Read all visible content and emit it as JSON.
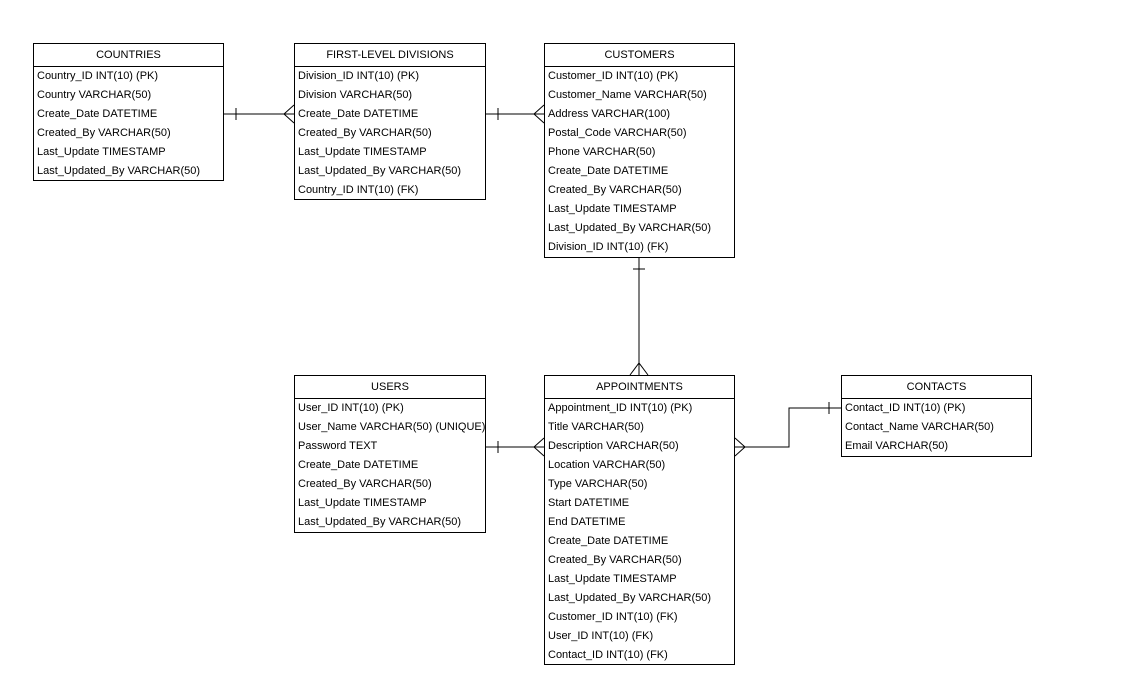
{
  "entities": {
    "countries": {
      "title": "COUNTRIES",
      "fields": [
        "Country_ID INT(10) (PK)",
        "Country VARCHAR(50)",
        "Create_Date DATETIME",
        "Created_By VARCHAR(50)",
        "Last_Update TIMESTAMP",
        "Last_Updated_By VARCHAR(50)"
      ]
    },
    "divisions": {
      "title": "FIRST-LEVEL DIVISIONS",
      "fields": [
        "Division_ID INT(10) (PK)",
        "Division VARCHAR(50)",
        "Create_Date DATETIME",
        "Created_By VARCHAR(50)",
        "Last_Update TIMESTAMP",
        "Last_Updated_By VARCHAR(50)",
        "Country_ID INT(10) (FK)"
      ]
    },
    "customers": {
      "title": "CUSTOMERS",
      "fields": [
        "Customer_ID INT(10) (PK)",
        "Customer_Name VARCHAR(50)",
        "Address VARCHAR(100)",
        "Postal_Code VARCHAR(50)",
        "Phone VARCHAR(50)",
        "Create_Date DATETIME",
        "Created_By VARCHAR(50)",
        "Last_Update TIMESTAMP",
        "Last_Updated_By VARCHAR(50)",
        "Division_ID INT(10) (FK)"
      ]
    },
    "users": {
      "title": "USERS",
      "fields": [
        "User_ID INT(10) (PK)",
        "User_Name VARCHAR(50) (UNIQUE)",
        "Password TEXT",
        "Create_Date DATETIME",
        "Created_By VARCHAR(50)",
        "Last_Update TIMESTAMP",
        "Last_Updated_By VARCHAR(50)"
      ]
    },
    "appointments": {
      "title": "APPOINTMENTS",
      "fields": [
        "Appointment_ID INT(10) (PK)",
        "Title VARCHAR(50)",
        "Description VARCHAR(50)",
        "Location VARCHAR(50)",
        "Type VARCHAR(50)",
        "Start DATETIME",
        "End DATETIME",
        "Create_Date DATETIME",
        "Created_By VARCHAR(50)",
        "Last_Update TIMESTAMP",
        "Last_Updated_By VARCHAR(50)",
        "Customer_ID INT(10) (FK)",
        "User_ID  INT(10) (FK)",
        "Contact_ID  INT(10) (FK)"
      ]
    },
    "contacts": {
      "title": "CONTACTS",
      "fields": [
        "Contact_ID INT(10) (PK)",
        "Contact_Name VARCHAR(50)",
        "Email VARCHAR(50)"
      ]
    }
  },
  "relationships": [
    {
      "from": "countries",
      "to": "divisions",
      "from_cardinality": "one",
      "to_cardinality": "many"
    },
    {
      "from": "divisions",
      "to": "customers",
      "from_cardinality": "one",
      "to_cardinality": "many"
    },
    {
      "from": "customers",
      "to": "appointments",
      "from_cardinality": "one",
      "to_cardinality": "many"
    },
    {
      "from": "users",
      "to": "appointments",
      "from_cardinality": "one",
      "to_cardinality": "many"
    },
    {
      "from": "contacts",
      "to": "appointments",
      "from_cardinality": "one",
      "to_cardinality": "many"
    }
  ]
}
